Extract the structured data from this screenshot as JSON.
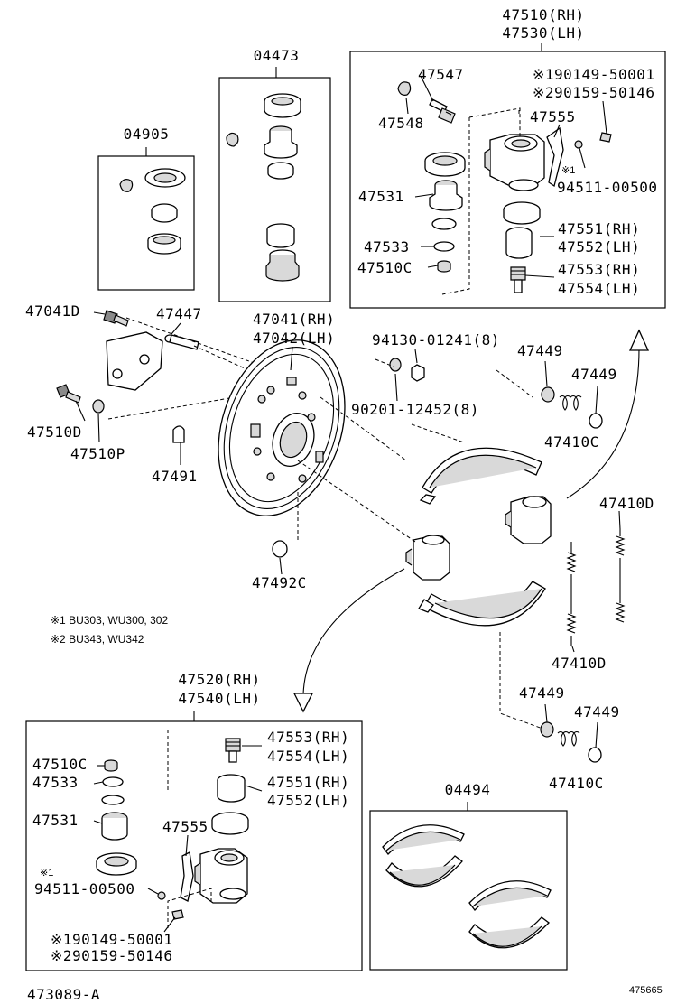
{
  "groups": {
    "wheel_cyl_rh_assy": {
      "line1": "47510(RH)",
      "line2": "47530(LH)"
    },
    "wheel_cyl_lh_assy": {
      "line1": "47520(RH)",
      "line2": "47540(LH)"
    },
    "kit_04473": "04473",
    "kit_04905": "04905",
    "kit_04494": "04494"
  },
  "parts": {
    "p47547": "47547",
    "p47548": "47548",
    "p47555_top": "47555",
    "p190149_top": "※190149-50001",
    "p290159_top": "※290159-50146",
    "p94511_mark_top": "※1",
    "p94511_top": "94511-00500",
    "p47531_top": "47531",
    "p47551_top": "47551(RH)",
    "p47552_top": "47552(LH)",
    "p47533_top": "47533",
    "p47510c_top": "47510C",
    "p47553_top": "47553(RH)",
    "p47554_top": "47554(LH)",
    "p47041d": "47041D",
    "p47447": "47447",
    "p47041": "47041(RH)",
    "p47042": "47042(LH)",
    "p94130": "94130-01241(8)",
    "p90201": "90201-12452(8)",
    "p47449_a": "47449",
    "p47449_b": "47449",
    "p47410c_top": "47410C",
    "p47510d": "47510D",
    "p47510p": "47510P",
    "p47491": "47491",
    "p47410d_top": "47410D",
    "p47492c": "47492C",
    "p47410d_bottom": "47410D",
    "p47449_c": "47449",
    "p47449_d": "47449",
    "p47410c_bottom": "47410C",
    "p47553_bot": "47553(RH)",
    "p47554_bot": "47554(LH)",
    "p47510c_bot": "47510C",
    "p47533_bot": "47533",
    "p47551_bot": "47551(RH)",
    "p47552_bot": "47552(LH)",
    "p47531_bot": "47531",
    "p47555_bot": "47555",
    "p94511_mark_bot": "※1",
    "p94511_bot": "94511-00500",
    "p190149_bot": "※190149-50001",
    "p290159_bot": "※290159-50146"
  },
  "notes": {
    "note1": "※1  BU303, WU300, 302",
    "note2": "※2  BU343, WU342"
  },
  "footer": {
    "diagram_id": "473089-A",
    "page_code": "475665"
  }
}
